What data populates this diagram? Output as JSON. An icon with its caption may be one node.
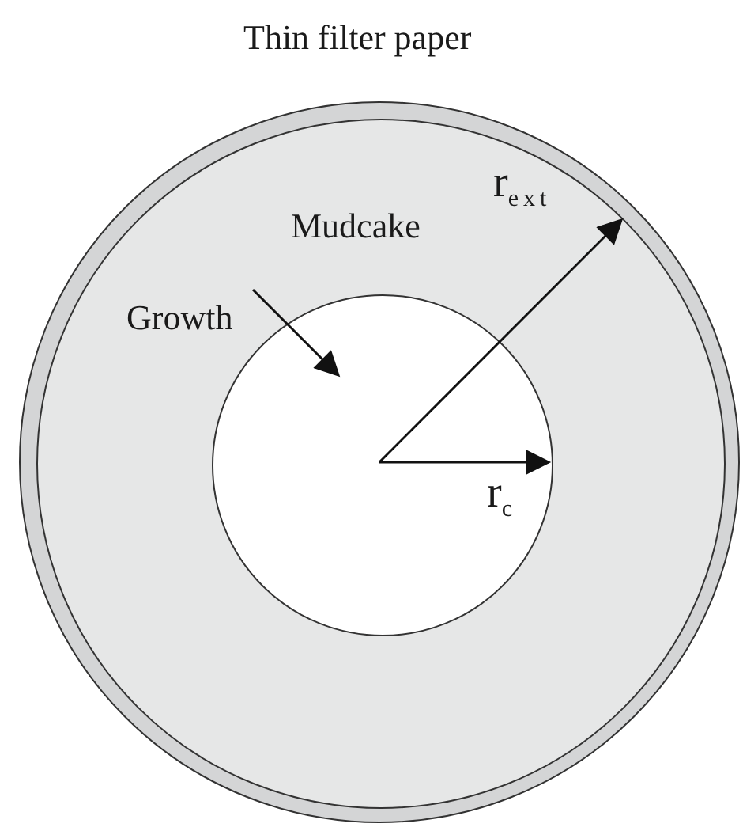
{
  "diagram": {
    "nodes": [
      {
        "text": [
          "Thin filter paper"
        ]
      },
      {
        "text": [
          "Mudcake"
        ],
        "in": 0
      },
      {
        "text": [],
        "shape": "circle",
        "in": 1
      }
    ],
    "labels": [
      "Growth",
      "r$_{ext}$",
      "r$_{c}$"
    ]
  }
}
